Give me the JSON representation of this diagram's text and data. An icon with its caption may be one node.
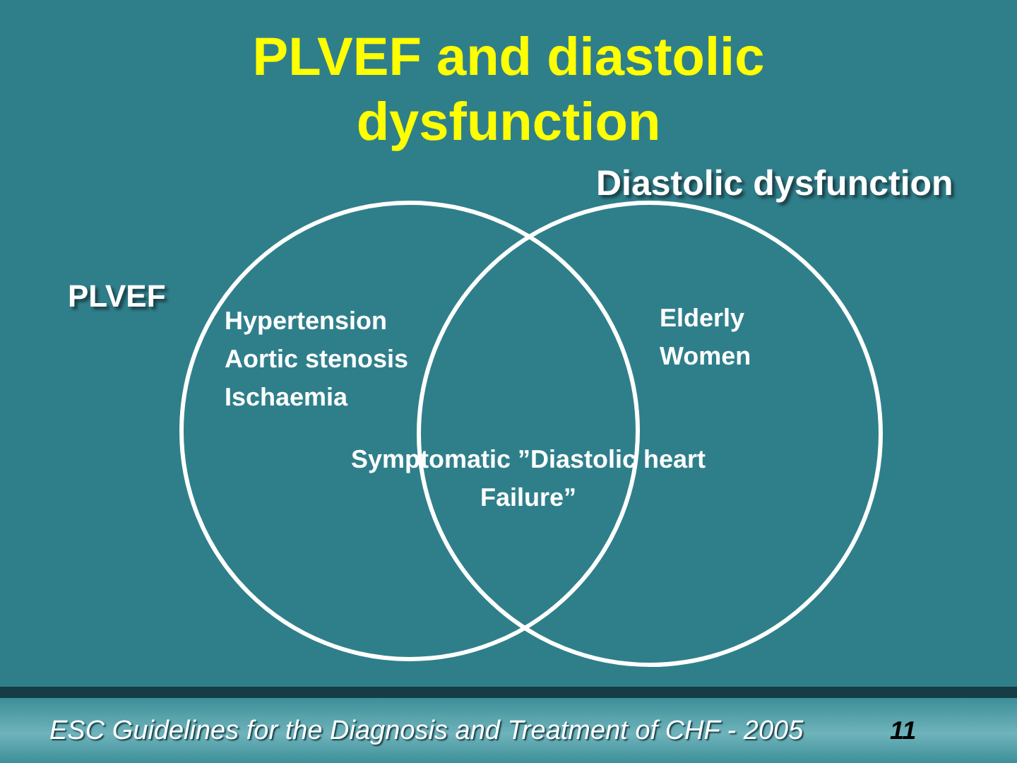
{
  "diagram": {
    "title": "PLVEF and diastolic dysfunction",
    "nodes": [
      {
        "text": [
          "PLVEF",
          "Hypertension",
          "Aortic stenosis",
          "Ischaemia"
        ]
      },
      {
        "text": [
          "Diastolic dysfunction",
          "Elderly",
          "Women"
        ]
      }
    ],
    "edges": [],
    "labels": [
      "Symptomatic ”Diastolic heart Failure”",
      "ESC Guidelines for the Diagnosis and Treatment of CHF - 2005",
      "11"
    ]
  }
}
